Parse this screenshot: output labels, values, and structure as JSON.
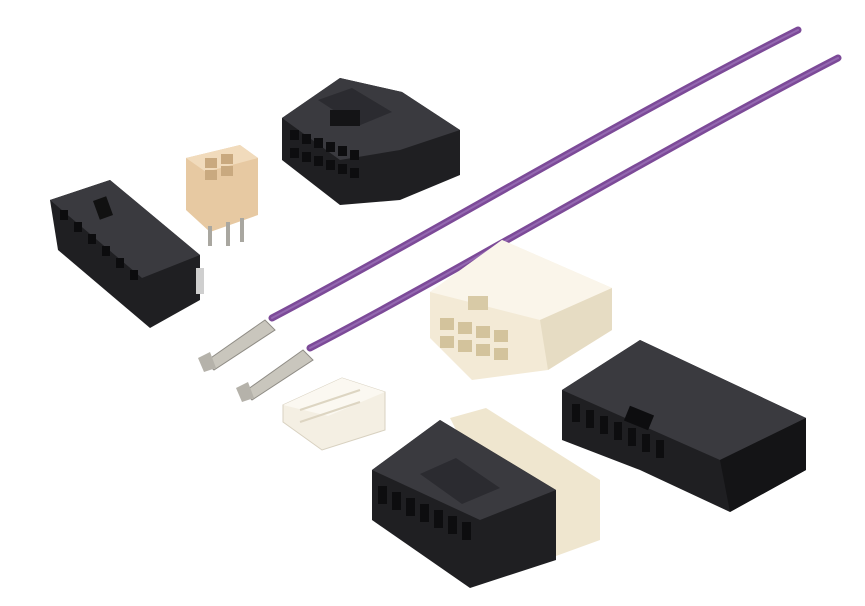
{
  "scene": {
    "subject": "connector-product-photo",
    "background_color": "#ffffff",
    "colors": {
      "black_housing": "#1f1f22",
      "black_housing_light": "#3a3a3f",
      "beige_housing": "#f3ead6",
      "tan_header": "#e7c9a2",
      "wire_purple": "#7c4a98",
      "terminal_metal": "#c9c6bd"
    },
    "objects": [
      {
        "name": "black-single-row-header",
        "color": "black"
      },
      {
        "name": "tan-dual-row-pcb-header",
        "color": "tan"
      },
      {
        "name": "black-dual-row-receptacle",
        "color": "black"
      },
      {
        "name": "purple-wire-with-crimp-terminal",
        "color": "purple",
        "count": 2
      },
      {
        "name": "beige-dual-row-plug-housing",
        "color": "beige"
      },
      {
        "name": "clear-terminal-position-assurance-clip",
        "color": "translucent-white"
      },
      {
        "name": "black-single-row-receptacle-with-tpa",
        "color": "black"
      },
      {
        "name": "black-single-row-right-angle-housing",
        "color": "black"
      }
    ]
  }
}
